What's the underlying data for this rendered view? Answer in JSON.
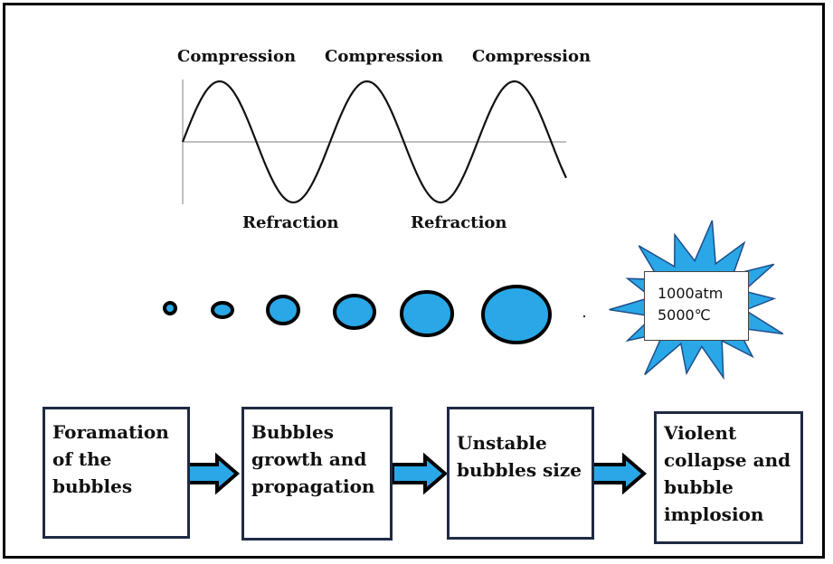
{
  "wave": {
    "compression_labels": [
      "Compression",
      "Compression",
      "Compression"
    ],
    "refraction_labels": [
      "Refraction",
      "Refraction"
    ]
  },
  "implosion": {
    "pressure": "1000atm",
    "temperature": "5000℃"
  },
  "bubble_fill_color": "#2aa7e6",
  "arrow_fill_color": "#2aa7e6",
  "box_border_color": "#1f2a44",
  "steps": [
    {
      "text": "Foramation\nof the\nbubbles"
    },
    {
      "text": "Bubbles\ngrowth and\npropagation"
    },
    {
      "text": "Unstable\nbubbles size"
    },
    {
      "text": "Violent\ncollapse and\nbubble\nimplosion"
    }
  ]
}
